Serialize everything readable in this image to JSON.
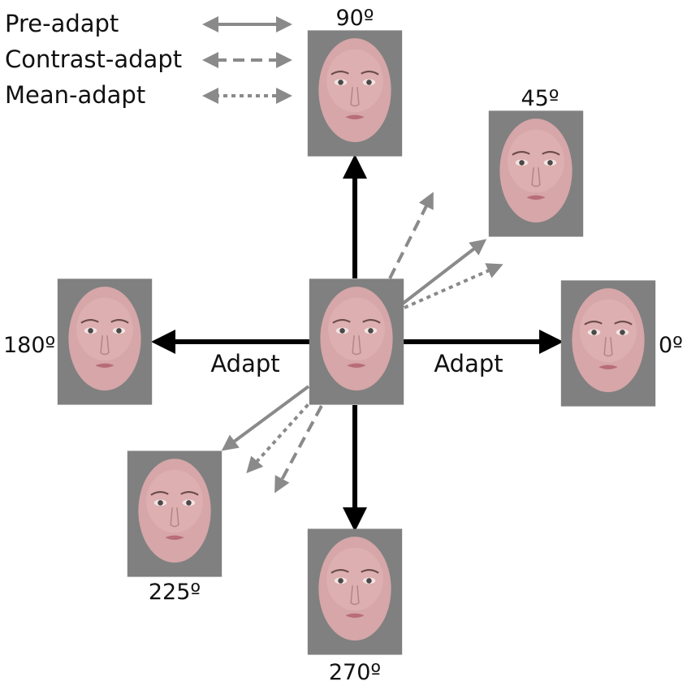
{
  "legend": {
    "pre": "Pre-adapt",
    "contrast": "Contrast-adapt",
    "mean": "Mean-adapt"
  },
  "angles": {
    "a90": "90º",
    "a45": "45º",
    "a180": "180º",
    "a0": "0º",
    "a225": "225º",
    "a270": "270º"
  },
  "adapt": {
    "left": "Adapt",
    "right": "Adapt"
  },
  "colors": {
    "frame": "#808080",
    "skin": "#d9a9ab",
    "axis_arrow": "#000000",
    "vector_arrow": "#8a8a8a"
  },
  "faces": [
    "center-face",
    "face-90",
    "face-45",
    "face-180",
    "face-0",
    "face-225",
    "face-270"
  ]
}
